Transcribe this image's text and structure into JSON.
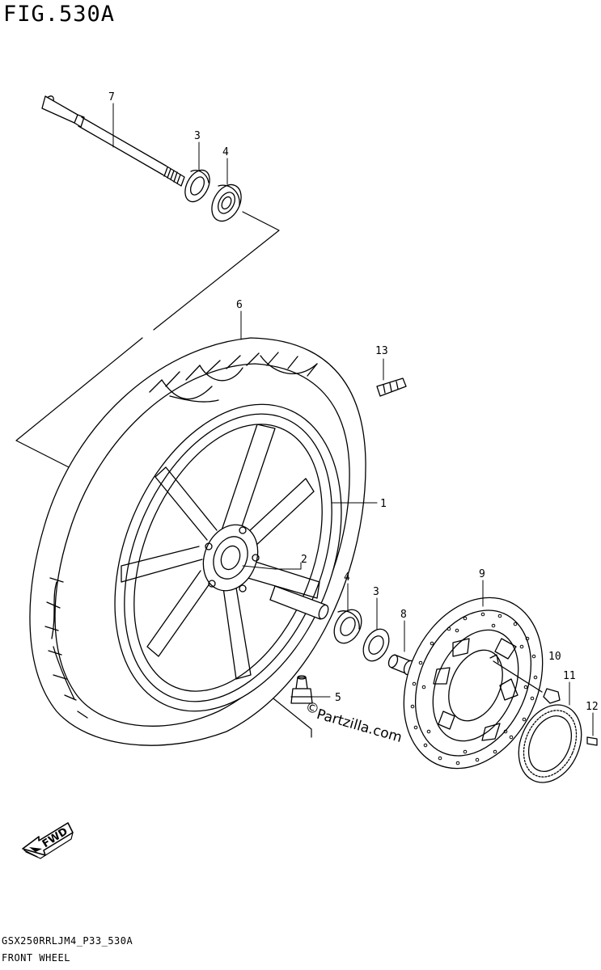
{
  "figure": {
    "title": "FIG.530A"
  },
  "footer": {
    "model_code": "GSX250RRLJM4_P33_530A",
    "section_name": "FRONT WHEEL"
  },
  "watermark": {
    "text": "Partzilla.com",
    "symbol": "©"
  },
  "direction_marker": {
    "label": "FWD",
    "icon": "forward-arrow-icon"
  },
  "callouts": [
    {
      "id": "1",
      "part": "wheel-rim"
    },
    {
      "id": "2",
      "part": "spacer"
    },
    {
      "id": "3",
      "part": "oil-seal"
    },
    {
      "id": "3",
      "part": "oil-seal"
    },
    {
      "id": "4",
      "part": "bearing"
    },
    {
      "id": "4",
      "part": "bearing"
    },
    {
      "id": "5",
      "part": "valve"
    },
    {
      "id": "6",
      "part": "tire"
    },
    {
      "id": "7",
      "part": "axle"
    },
    {
      "id": "8",
      "part": "collar"
    },
    {
      "id": "9",
      "part": "brake-disc"
    },
    {
      "id": "10",
      "part": "disc-bolt"
    },
    {
      "id": "11",
      "part": "sensor-rotor"
    },
    {
      "id": "12",
      "part": "rotor-screw"
    },
    {
      "id": "13",
      "part": "balancer-weight"
    }
  ],
  "colors": {
    "line": "#000000",
    "background": "#ffffff"
  }
}
